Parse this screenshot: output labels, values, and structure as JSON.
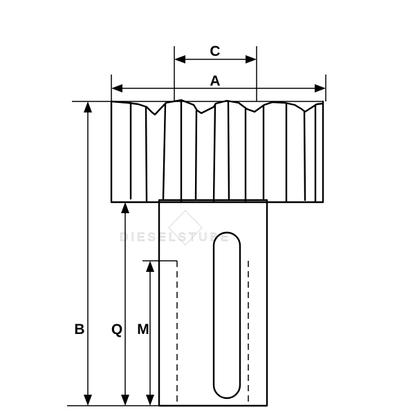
{
  "watermark": "DIESELSTUBE",
  "dimensions": {
    "a": "A",
    "b": "B",
    "c": "C",
    "q": "Q",
    "m": "M"
  }
}
